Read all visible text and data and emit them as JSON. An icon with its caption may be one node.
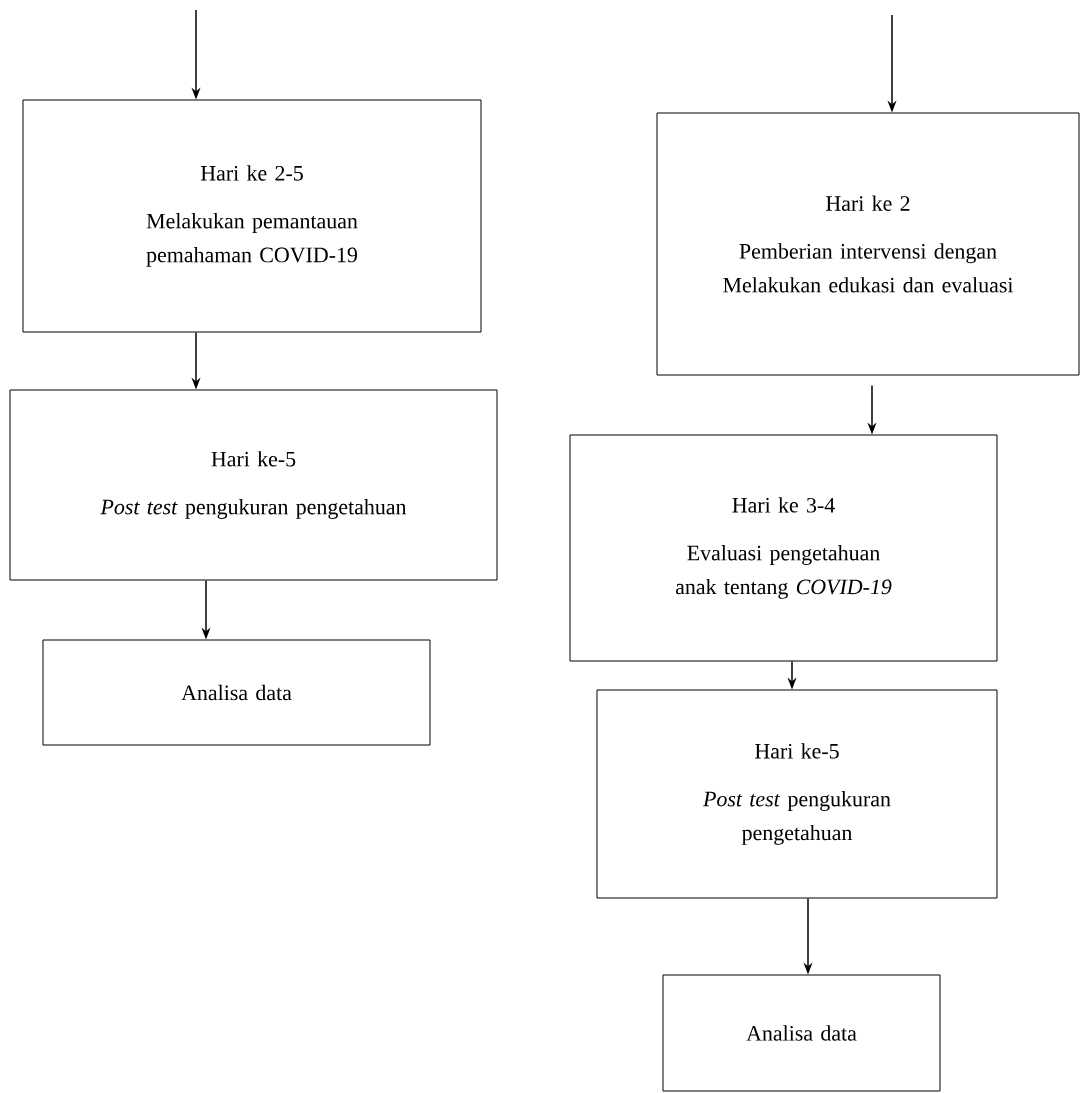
{
  "diagram": {
    "nodes": [
      {
        "text": [
          "Hari ke 2-5",
          "Melakukan pemantauan pemahaman COVID-19"
        ]
      },
      {
        "text": [
          "Hari ke-5",
          "*Post test* pengukuran pengetahuan"
        ]
      },
      {
        "text": [
          "Analisa data"
        ]
      },
      {
        "text": [
          "Hari ke 2",
          "Pemberian intervensi dengan Melakukan edukasi dan evaluasi"
        ]
      },
      {
        "text": [
          "Hari ke 3-4",
          "Evaluasi pengetahuan anak tentang *COVID-19*"
        ]
      },
      {
        "text": [
          "Hari ke-5",
          "*Post test* pengukuran pengetahuan"
        ]
      },
      {
        "text": [
          "Analisa data"
        ]
      }
    ],
    "edges": [
      {
        "from": null,
        "to": 0,
        "arrow": "to"
      },
      {
        "from": 0,
        "to": 1,
        "arrow": "to"
      },
      {
        "from": 1,
        "to": 2,
        "arrow": "to"
      },
      {
        "from": null,
        "to": 3,
        "arrow": "to"
      },
      {
        "from": 3,
        "to": 4,
        "arrow": "to"
      },
      {
        "from": 4,
        "to": 5,
        "arrow": "to"
      },
      {
        "from": 5,
        "to": 6,
        "arrow": "to"
      }
    ]
  }
}
